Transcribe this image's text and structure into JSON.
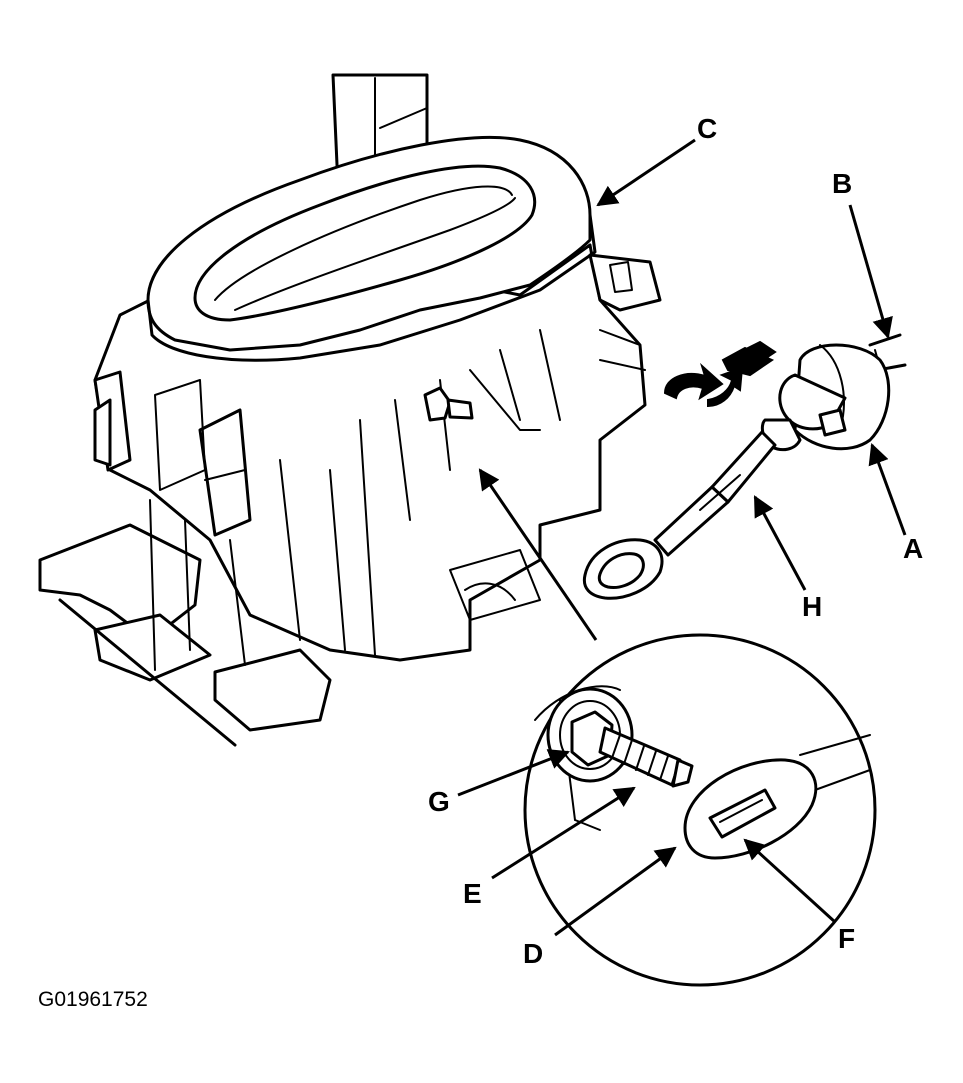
{
  "labels": {
    "A": "A",
    "B": "B",
    "C": "C",
    "D": "D",
    "E": "E",
    "F": "F",
    "G": "G",
    "H": "H"
  },
  "figure_id": "G01961752"
}
